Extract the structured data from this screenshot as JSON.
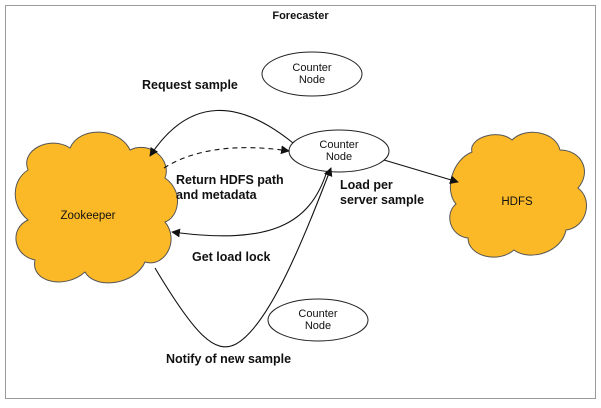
{
  "title": "Forecaster",
  "nodes": {
    "zookeeper": "Zookeeper",
    "hdfs": "HDFS",
    "counter_top": [
      "Counter",
      "Node"
    ],
    "counter_center": [
      "Counter",
      "Node"
    ],
    "counter_bottom": [
      "Counter",
      "Node"
    ]
  },
  "edges": {
    "request_sample": "Request sample",
    "return_path": [
      "Return HDFS path",
      "and metadata"
    ],
    "load_per_server": [
      "Load per",
      "server sample"
    ],
    "get_load_lock": "Get load lock",
    "notify": "Notify of new sample"
  },
  "colors": {
    "cloud_fill": "#fbb928",
    "cloud_stroke": "#555555",
    "frame_stroke": "#9a9a9a",
    "line": "#111111"
  }
}
